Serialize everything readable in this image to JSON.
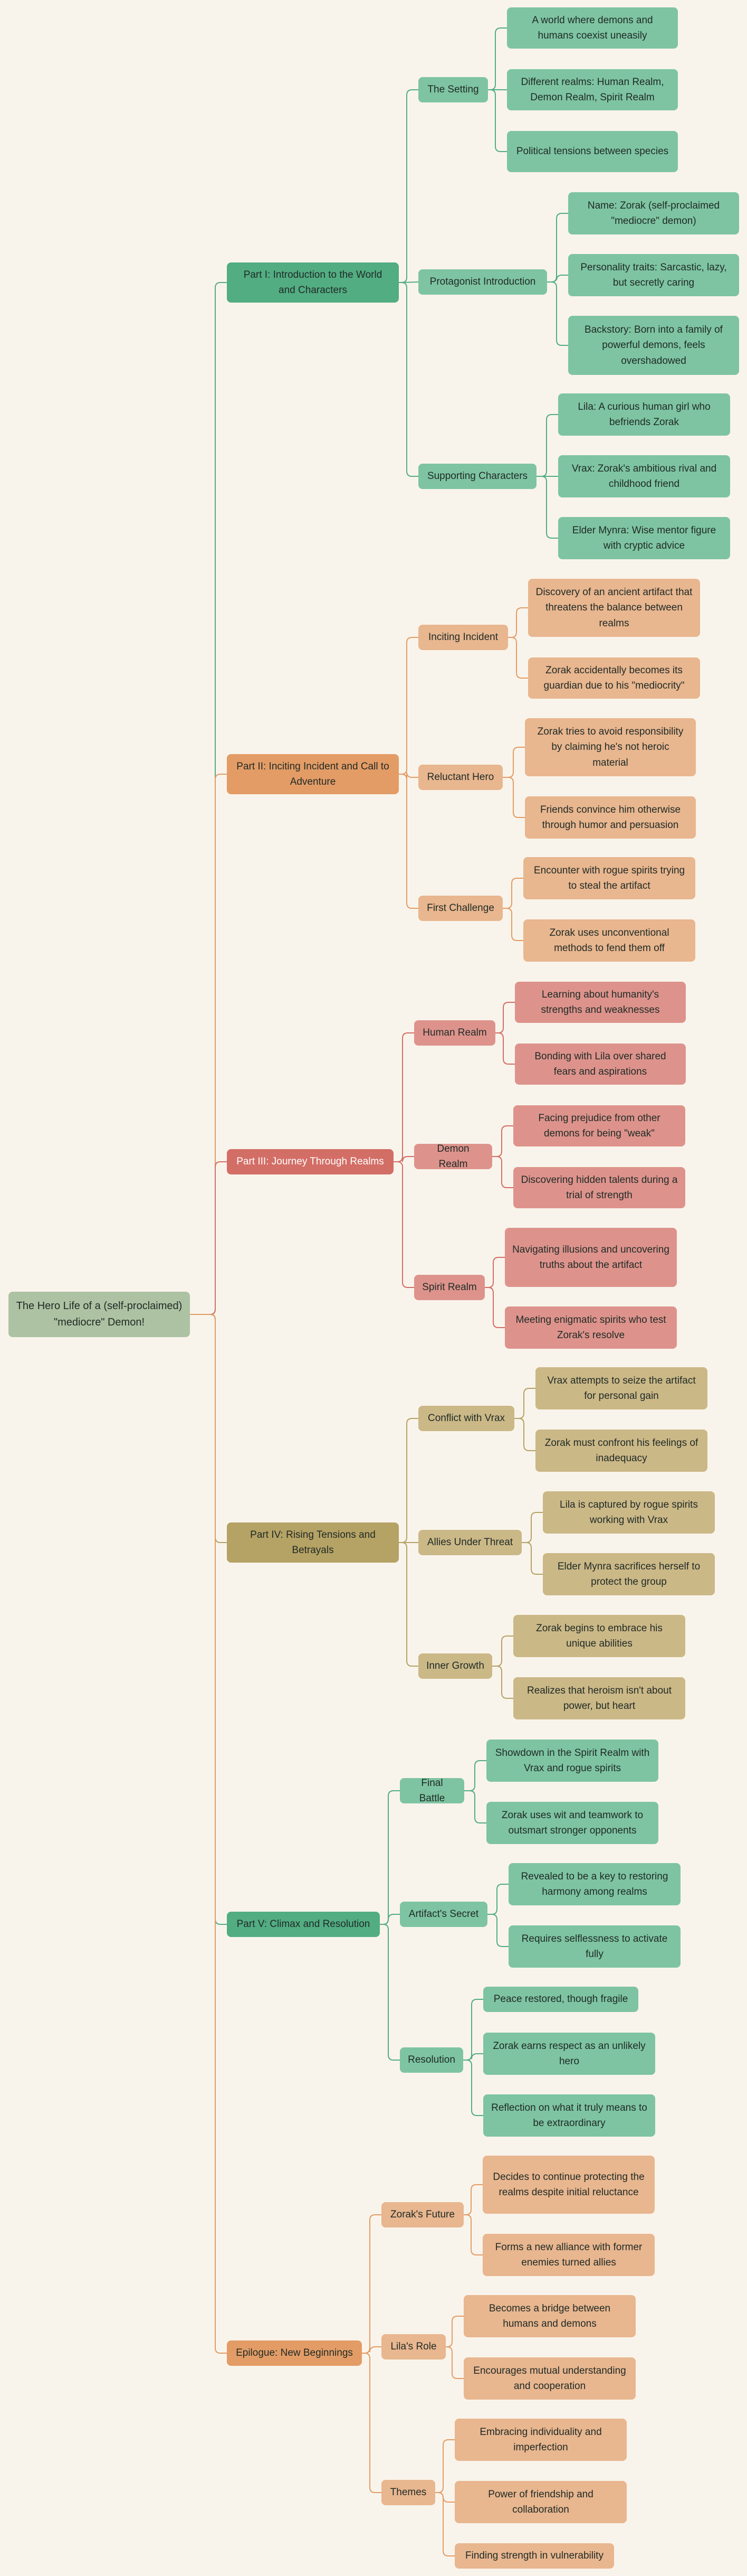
{
  "root": "The Hero Life of a (self-proclaimed) \"mediocre\" Demon!",
  "parts": [
    {
      "title": "Part I: Introduction to the World and Characters",
      "color": "#52ad82",
      "sections": [
        {
          "label": "The Setting",
          "items": [
            "A world where demons and humans coexist uneasily",
            "Different realms: Human Realm, Demon Realm, Spirit Realm",
            "Political tensions between species"
          ]
        },
        {
          "label": "Protagonist Introduction",
          "items": [
            "Name: Zorak (self-proclaimed \"mediocre\" demon)",
            "Personality traits: Sarcastic, lazy, but secretly caring",
            "Backstory: Born into a family of powerful demons, feels overshadowed"
          ]
        },
        {
          "label": "Supporting Characters",
          "items": [
            "Lila: A curious human girl who befriends Zorak",
            "Vrax: Zorak's ambitious rival and childhood friend",
            "Elder Mynra: Wise mentor figure with cryptic advice"
          ]
        }
      ]
    },
    {
      "title": "Part II: Inciting Incident and Call to Adventure",
      "color": "#e39c66",
      "sections": [
        {
          "label": "Inciting Incident",
          "items": [
            "Discovery of an ancient artifact that threatens the balance between realms",
            "Zorak accidentally becomes its guardian due to his \"mediocrity\""
          ]
        },
        {
          "label": "Reluctant Hero",
          "items": [
            "Zorak tries to avoid responsibility by claiming he's not heroic material",
            "Friends convince him otherwise through humor and persuasion"
          ]
        },
        {
          "label": "First Challenge",
          "items": [
            "Encounter with rogue spirits trying to steal the artifact",
            "Zorak uses unconventional methods to fend them off"
          ]
        }
      ]
    },
    {
      "title": "Part III: Journey Through Realms",
      "color": "#d36e66",
      "sections": [
        {
          "label": "Human Realm",
          "items": [
            "Learning about humanity's strengths and weaknesses",
            "Bonding with Lila over shared fears and aspirations"
          ]
        },
        {
          "label": "Demon Realm",
          "items": [
            "Facing prejudice from other demons for being \"weak\"",
            "Discovering hidden talents during a trial of strength"
          ]
        },
        {
          "label": "Spirit Realm",
          "items": [
            "Navigating illusions and uncovering truths about the artifact",
            "Meeting enigmatic spirits who test Zorak's resolve"
          ]
        }
      ]
    },
    {
      "title": "Part IV: Rising Tensions and Betrayals",
      "color": "#b5a265",
      "sections": [
        {
          "label": "Conflict with Vrax",
          "items": [
            "Vrax attempts to seize the artifact for personal gain",
            "Zorak must confront his feelings of inadequacy"
          ]
        },
        {
          "label": "Allies Under Threat",
          "items": [
            "Lila is captured by rogue spirits working with Vrax",
            "Elder Mynra sacrifices herself to protect the group"
          ]
        },
        {
          "label": "Inner Growth",
          "items": [
            "Zorak begins to embrace his unique abilities",
            "Realizes that heroism isn't about power, but heart"
          ]
        }
      ]
    },
    {
      "title": "Part V: Climax and Resolution",
      "color": "#52ad82",
      "sections": [
        {
          "label": "Final Battle",
          "items": [
            "Showdown in the Spirit Realm with Vrax and rogue spirits",
            "Zorak uses wit and teamwork to outsmart stronger opponents"
          ]
        },
        {
          "label": "Artifact's Secret",
          "items": [
            "Revealed to be a key to restoring harmony among realms",
            "Requires selflessness to activate fully"
          ]
        },
        {
          "label": "Resolution",
          "items": [
            "Peace restored, though fragile",
            "Zorak earns respect as an unlikely hero",
            "Reflection on what it truly means to be extraordinary"
          ]
        }
      ]
    },
    {
      "title": "Epilogue: New Beginnings",
      "color": "#e39c66",
      "sections": [
        {
          "label": "Zorak's Future",
          "items": [
            "Decides to continue protecting the realms despite initial reluctance",
            "Forms a new alliance with former enemies turned allies"
          ]
        },
        {
          "label": "Lila's Role",
          "items": [
            "Becomes a bridge between humans and demons",
            "Encourages mutual understanding and cooperation"
          ]
        },
        {
          "label": "Themes",
          "items": [
            "Embracing individuality and imperfection",
            "Power of friendship and collaboration",
            "Finding strength in vulnerability"
          ]
        }
      ]
    }
  ]
}
